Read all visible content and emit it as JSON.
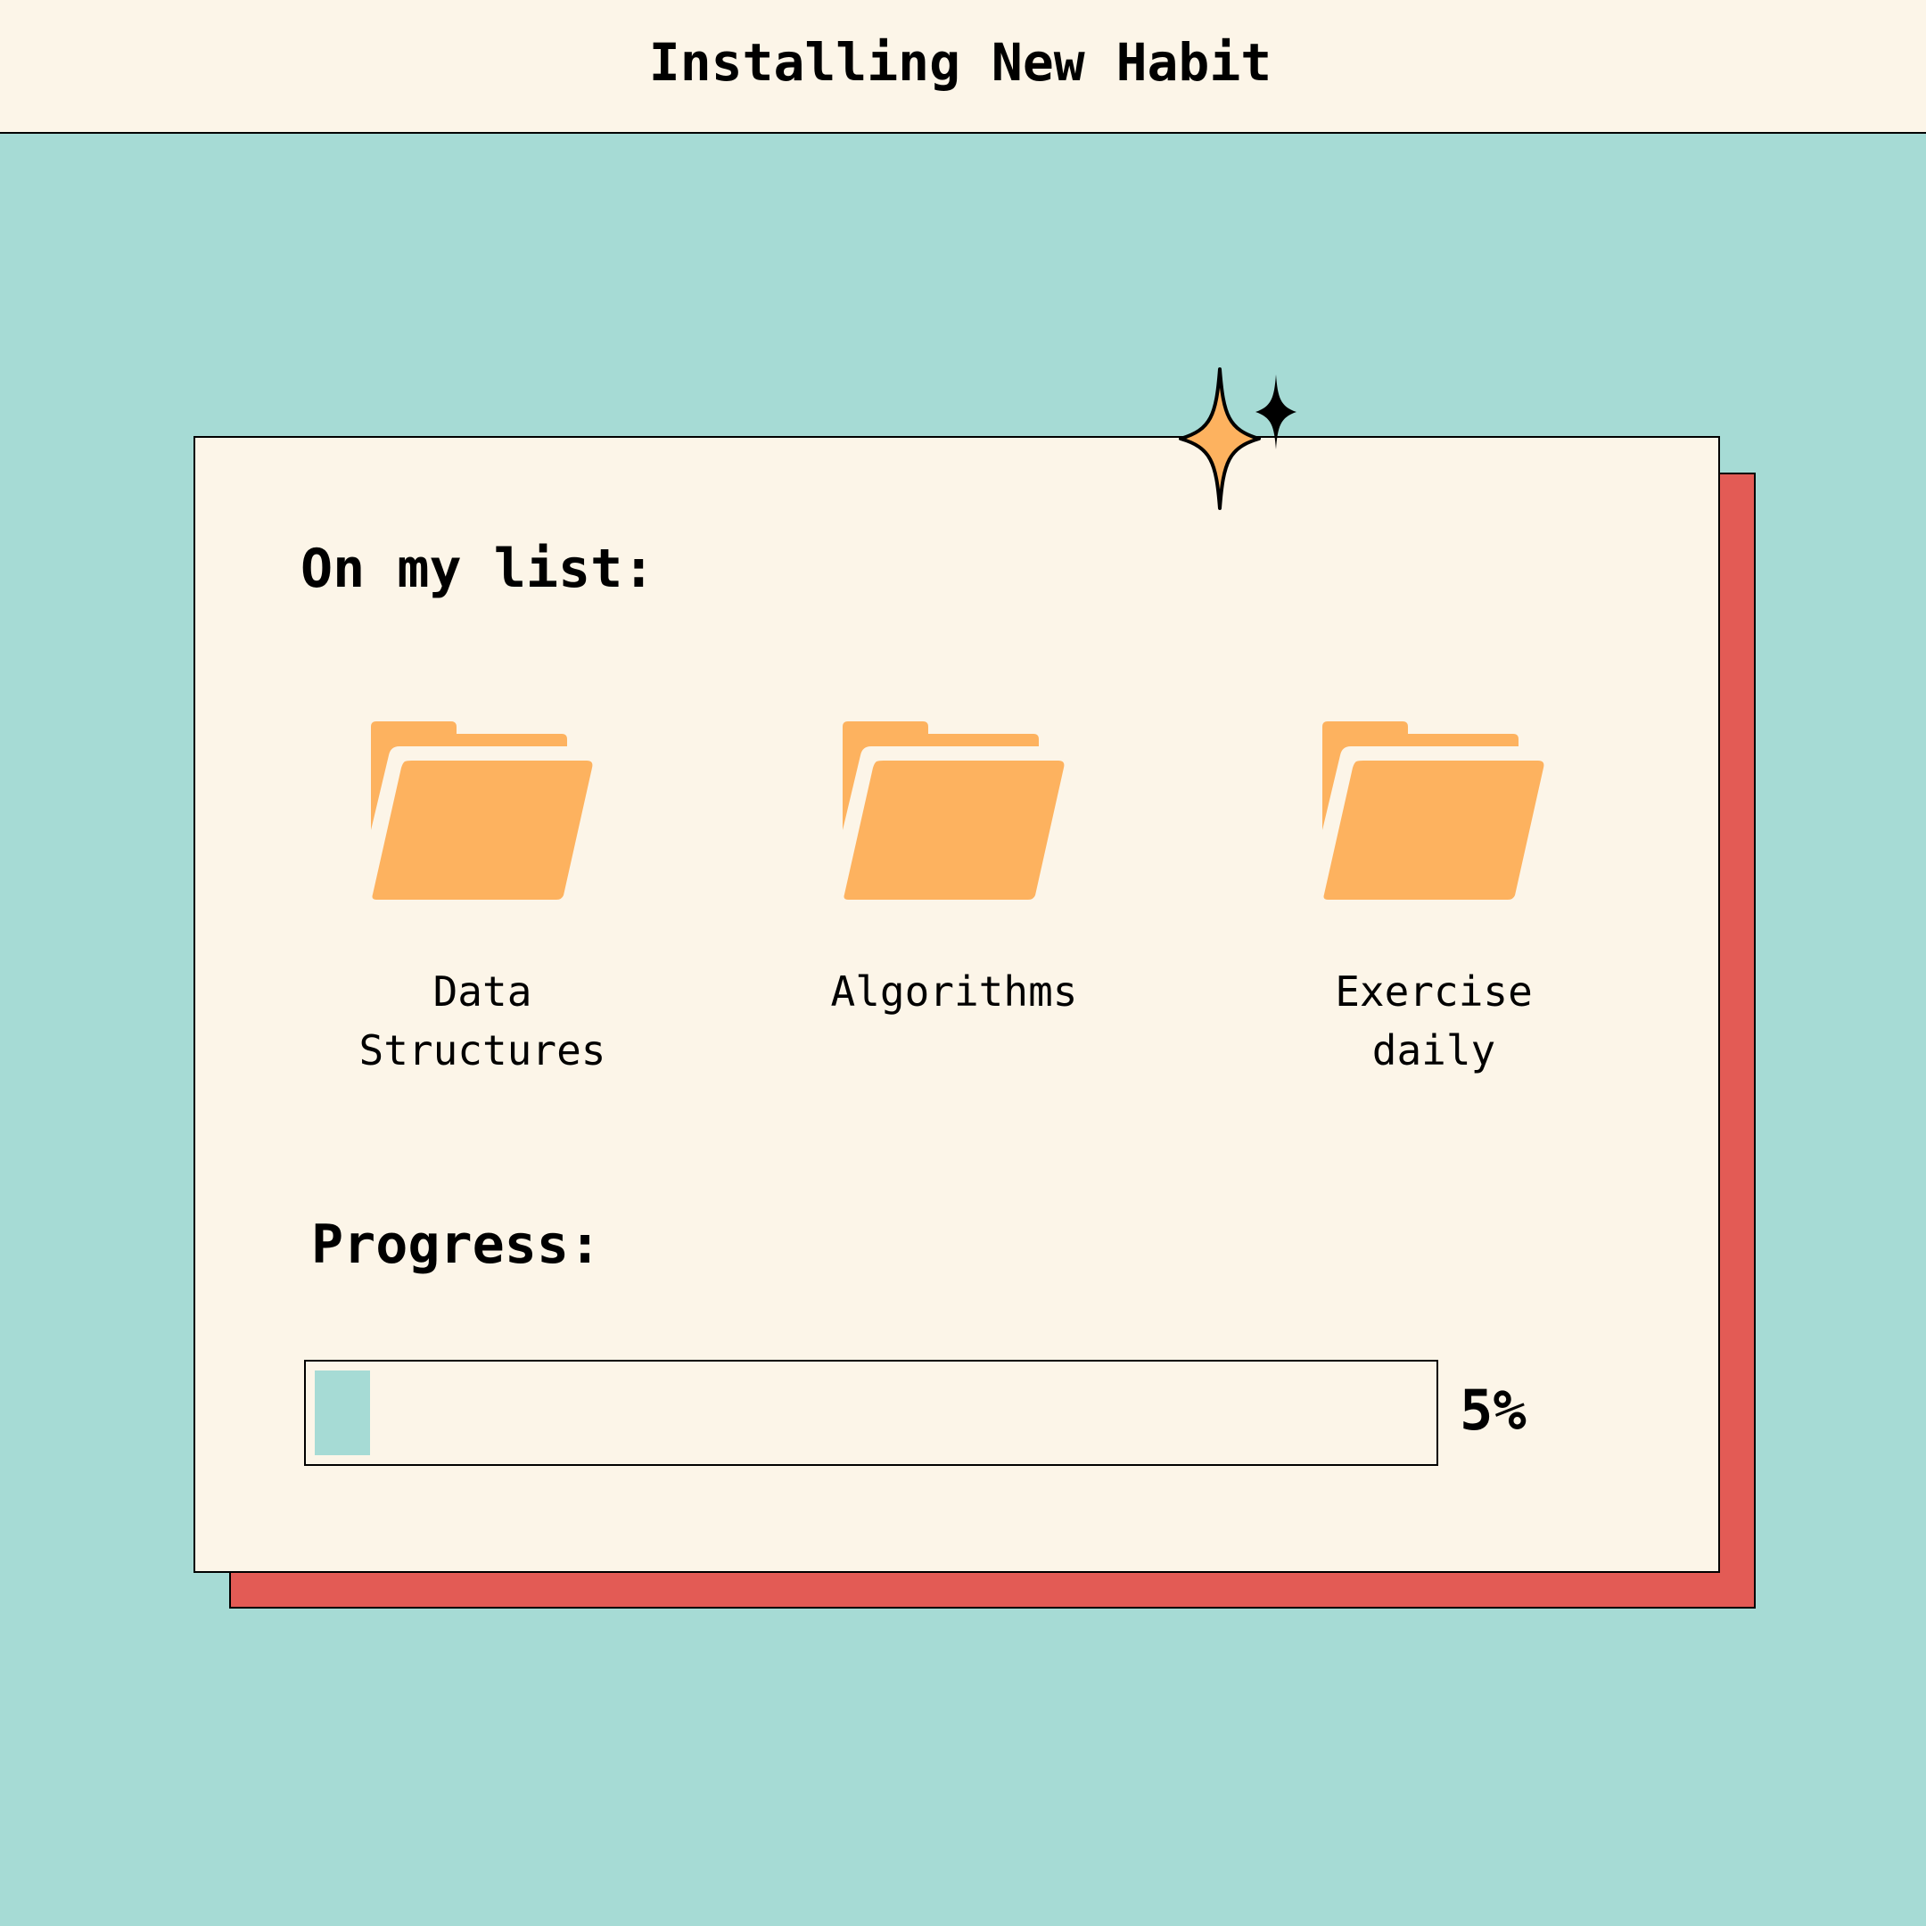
{
  "window": {
    "title": "Installing New Habit"
  },
  "list": {
    "heading": "On my list:",
    "items": [
      {
        "label": "Data\nStructures",
        "icon": "folder-icon"
      },
      {
        "label": "Algorithms",
        "icon": "folder-icon"
      },
      {
        "label": "Exercise\ndaily",
        "icon": "folder-icon"
      }
    ]
  },
  "progress": {
    "heading": "Progress:",
    "value": 0.05,
    "value_label": "5%"
  },
  "colors": {
    "background": "#a6dbd5",
    "panel": "#fcf5e8",
    "shadow": "#e35b55",
    "folder": "#fdb25f",
    "progress_fill": "#a6dbd5",
    "sparkle_large": "#fdb25f",
    "sparkle_small": "#000000"
  },
  "decorations": {
    "sparkle": "sparkle-icon"
  }
}
